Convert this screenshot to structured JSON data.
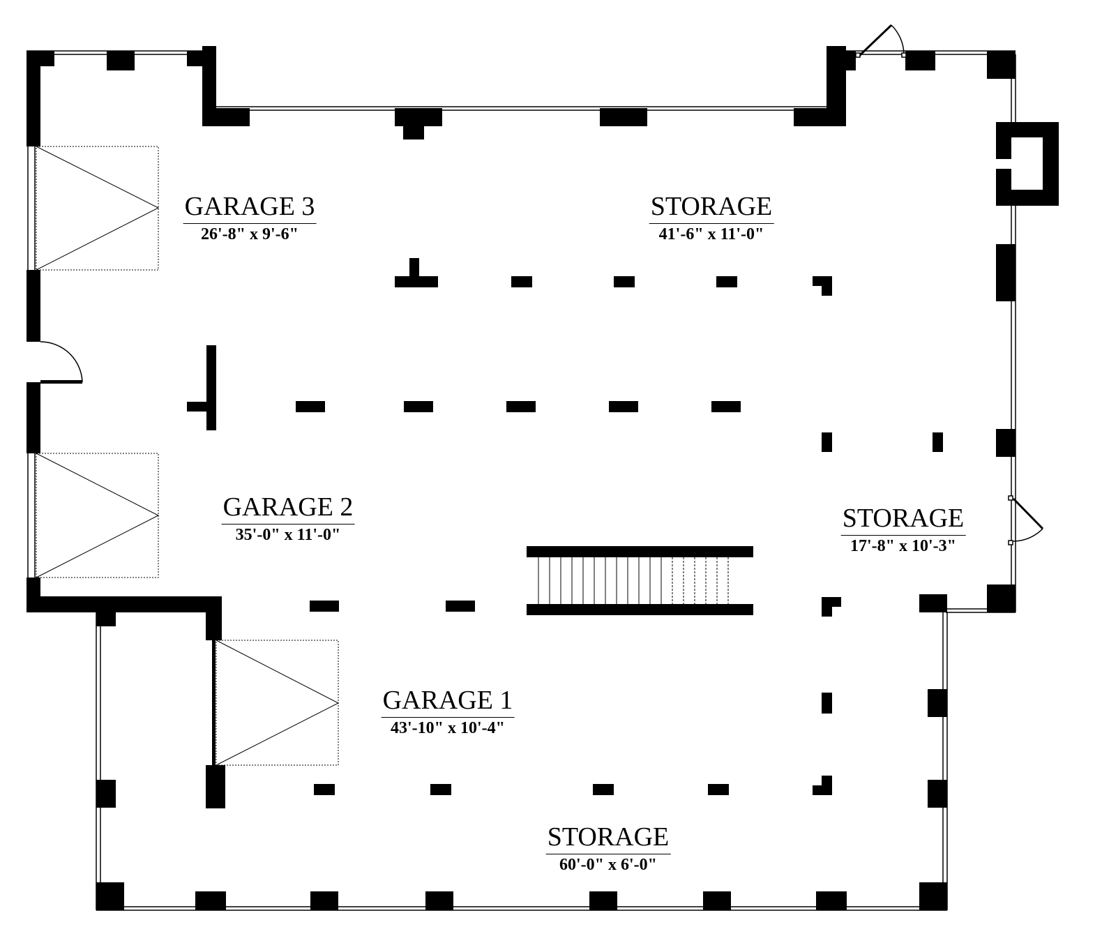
{
  "rooms": [
    {
      "name": "GARAGE 3",
      "dimensions": "26'-8\" x 9'-6\""
    },
    {
      "name": "STORAGE",
      "dimensions": "41'-6\" x 11'-0\""
    },
    {
      "name": "GARAGE 2",
      "dimensions": "35'-0\" x 11'-0\""
    },
    {
      "name": "STORAGE",
      "dimensions": "17'-8\" x 10'-3\""
    },
    {
      "name": "GARAGE 1",
      "dimensions": "43'-10\" x 10'-4\""
    },
    {
      "name": "STORAGE",
      "dimensions": "60'-0\" x 6'-0\""
    }
  ],
  "colors": {
    "wall": "#000000",
    "background": "#ffffff"
  }
}
